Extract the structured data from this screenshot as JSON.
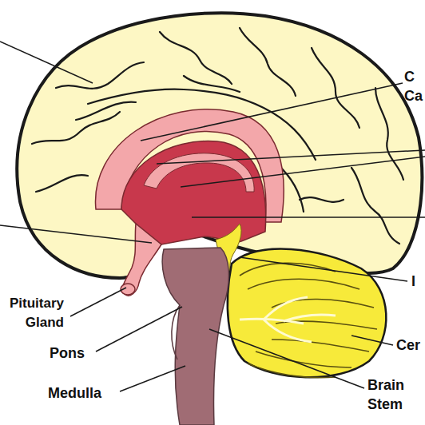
{
  "diagram": {
    "labels": [
      "C Ca",
      "I",
      "Pituitary Gland",
      "Pons",
      "Cer",
      "Medulla",
      "Brain Stem"
    ]
  }
}
